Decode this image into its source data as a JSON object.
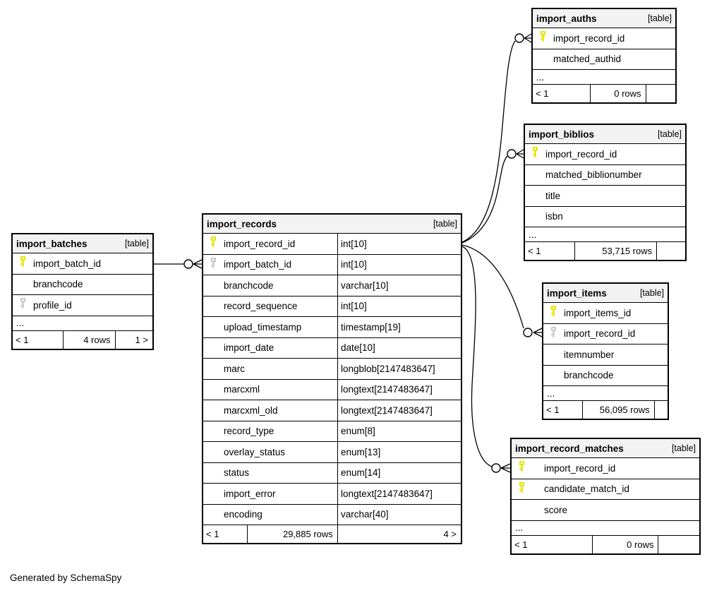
{
  "footer": {
    "generated_by": "Generated by SchemaSpy"
  },
  "colors": {
    "primary_key": "#e6e600",
    "foreign_key": "#c9c9c9",
    "header_bg": "#f2f2f2",
    "border": "#000000"
  },
  "tables": [
    {
      "name": "import_batches",
      "tag": "[table]",
      "columns": [
        {
          "name": "import_batch_id",
          "key": "primary"
        },
        {
          "name": "branchcode",
          "key": null
        },
        {
          "name": "profile_id",
          "key": "foreign"
        }
      ],
      "ellipsis": "...",
      "footer": {
        "left": "< 1",
        "rows": "4 rows",
        "right": "1 >"
      }
    },
    {
      "name": "import_records",
      "tag": "[table]",
      "columns": [
        {
          "name": "import_record_id",
          "key": "primary",
          "type": "int[10]"
        },
        {
          "name": "import_batch_id",
          "key": "foreign",
          "type": "int[10]"
        },
        {
          "name": "branchcode",
          "key": null,
          "type": "varchar[10]"
        },
        {
          "name": "record_sequence",
          "key": null,
          "type": "int[10]"
        },
        {
          "name": "upload_timestamp",
          "key": null,
          "type": "timestamp[19]"
        },
        {
          "name": "import_date",
          "key": null,
          "type": "date[10]"
        },
        {
          "name": "marc",
          "key": null,
          "type": "longblob[2147483647]"
        },
        {
          "name": "marcxml",
          "key": null,
          "type": "longtext[2147483647]"
        },
        {
          "name": "marcxml_old",
          "key": null,
          "type": "longtext[2147483647]"
        },
        {
          "name": "record_type",
          "key": null,
          "type": "enum[8]"
        },
        {
          "name": "overlay_status",
          "key": null,
          "type": "enum[13]"
        },
        {
          "name": "status",
          "key": null,
          "type": "enum[14]"
        },
        {
          "name": "import_error",
          "key": null,
          "type": "longtext[2147483647]"
        },
        {
          "name": "encoding",
          "key": null,
          "type": "varchar[40]"
        }
      ],
      "ellipsis": null,
      "footer": {
        "left": "< 1",
        "rows": "29,885 rows",
        "right": "4 >"
      }
    },
    {
      "name": "import_auths",
      "tag": "[table]",
      "columns": [
        {
          "name": "import_record_id",
          "key": "primary"
        },
        {
          "name": "matched_authid",
          "key": null
        }
      ],
      "ellipsis": "...",
      "footer": {
        "left": "< 1",
        "rows": "0 rows",
        "right": ""
      }
    },
    {
      "name": "import_biblios",
      "tag": "[table]",
      "columns": [
        {
          "name": "import_record_id",
          "key": "primary"
        },
        {
          "name": "matched_biblionumber",
          "key": null
        },
        {
          "name": "title",
          "key": null
        },
        {
          "name": "isbn",
          "key": null
        }
      ],
      "ellipsis": "...",
      "footer": {
        "left": "< 1",
        "rows": "53,715 rows",
        "right": ""
      }
    },
    {
      "name": "import_items",
      "tag": "[table]",
      "columns": [
        {
          "name": "import_items_id",
          "key": "primary"
        },
        {
          "name": "import_record_id",
          "key": "foreign"
        },
        {
          "name": "itemnumber",
          "key": null
        },
        {
          "name": "branchcode",
          "key": null
        }
      ],
      "ellipsis": "...",
      "footer": {
        "left": "< 1",
        "rows": "56,095 rows",
        "right": ""
      }
    },
    {
      "name": "import_record_matches",
      "tag": "[table]",
      "columns": [
        {
          "name": "import_record_id",
          "key": "primary"
        },
        {
          "name": "candidate_match_id",
          "key": "primary"
        },
        {
          "name": "score",
          "key": null
        }
      ],
      "ellipsis": "...",
      "footer": {
        "left": "< 1",
        "rows": "0 rows",
        "right": ""
      }
    }
  ],
  "relationships": [
    {
      "from": "import_batches.import_batch_id",
      "to": "import_records.import_batch_id"
    },
    {
      "from": "import_records.import_record_id",
      "to": "import_auths.import_record_id"
    },
    {
      "from": "import_records.import_record_id",
      "to": "import_biblios.import_record_id"
    },
    {
      "from": "import_records.import_record_id",
      "to": "import_items.import_record_id"
    },
    {
      "from": "import_records.import_record_id",
      "to": "import_record_matches.import_record_id"
    }
  ]
}
